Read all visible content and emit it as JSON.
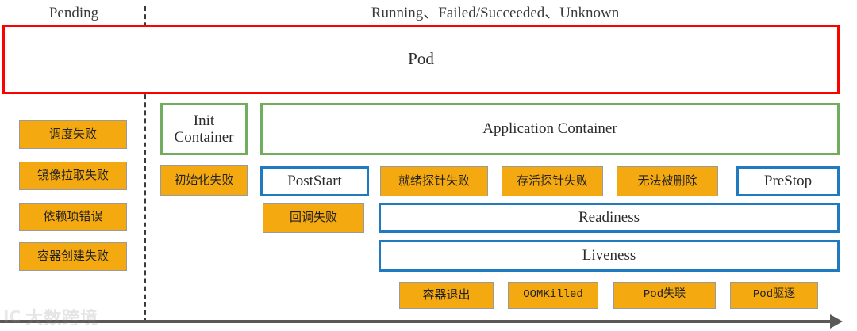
{
  "diagram": {
    "title": "Kubernetes Pod lifecycle phases and failure points",
    "colors": {
      "orange_fill": "#f5a911",
      "red_border": "#ff0000",
      "green_border": "#70ad5f",
      "blue_border": "#1f7ac0",
      "divider": "#3a3a3a",
      "axis": "#595959",
      "text": "#2b2b2b"
    },
    "phase_headers": {
      "left": "Pending",
      "right": "Running、Failed/Succeeded、Unknown"
    },
    "pod_box": {
      "label": "Pod"
    },
    "pending_failures": [
      {
        "label": "调度失败"
      },
      {
        "label": "镜像拉取失败"
      },
      {
        "label": "依赖项错误"
      },
      {
        "label": "容器创建失败"
      }
    ],
    "init_container": {
      "label": "Init\nContainer",
      "failure": "初始化失败"
    },
    "application_container": {
      "label": "Application Container"
    },
    "post_start": {
      "label": "PostStart",
      "failure": "回调失败"
    },
    "pre_stop": {
      "label": "PreStop"
    },
    "runtime_failures": [
      {
        "label": "就绪探针失败"
      },
      {
        "label": "存活探针失败"
      },
      {
        "label": "无法被删除"
      }
    ],
    "probes": [
      {
        "label": "Readiness"
      },
      {
        "label": "Liveness"
      }
    ],
    "terminal_failures": [
      {
        "label": "容器退出",
        "mono": false
      },
      {
        "label": "OOMKilled",
        "mono": true
      },
      {
        "label": "Pod失联",
        "mono": true
      },
      {
        "label": "Pod驱逐",
        "mono": true
      }
    ],
    "watermark": {
      "mark": "IC",
      "text": "大数跨境"
    }
  }
}
